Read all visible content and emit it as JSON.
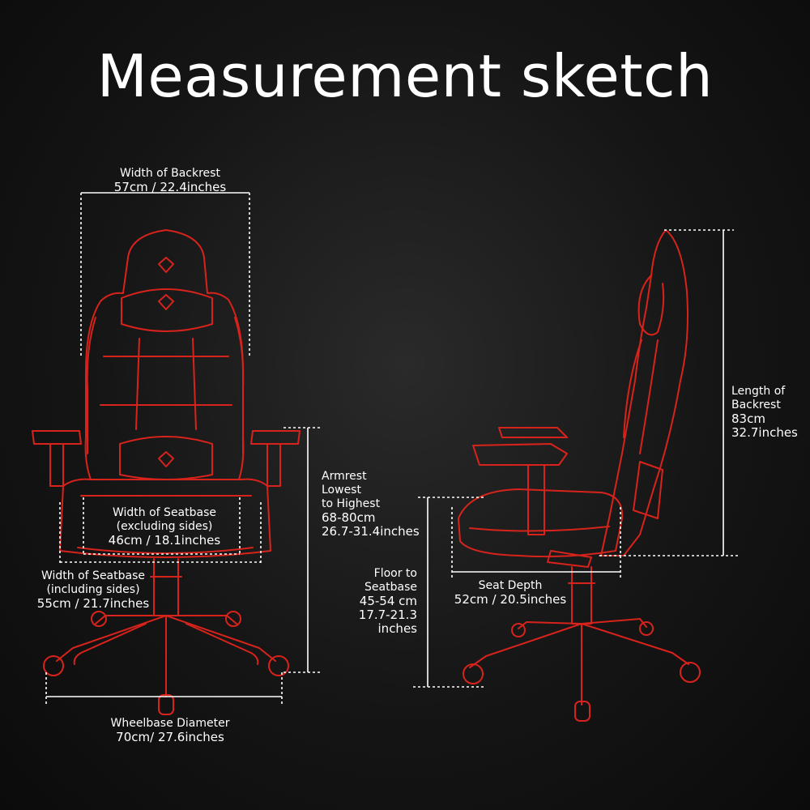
{
  "title": "Measurement sketch",
  "colors": {
    "background": "#141414",
    "sketch_red": "#d8231c",
    "dimension_lines": "#ffffff"
  },
  "measurements": {
    "backrest_width": {
      "label": "Width of Backrest",
      "value": "57cm / 22.4inches"
    },
    "seatbase_excl": {
      "label_1": "Width of Seatbase",
      "label_2": "(excluding sides)",
      "value": "46cm / 18.1inches"
    },
    "seatbase_incl": {
      "label_1": "Width of Seatbase",
      "label_2": "(including sides)",
      "value": "55cm / 21.7inches"
    },
    "wheelbase": {
      "label": "Wheelbase Diameter",
      "value": "70cm/ 27.6inches"
    },
    "armrest": {
      "label_1": "Armrest",
      "label_2": "Lowest",
      "label_3": "to Highest",
      "value_1": "68-80cm",
      "value_2": "26.7-31.4inches"
    },
    "floor_seat": {
      "label_1": "Floor to",
      "label_2": "Seatbase",
      "value_1": "45-54 cm",
      "value_2": "17.7-21.3 inches"
    },
    "seat_depth": {
      "label": "Seat Depth",
      "value": "52cm / 20.5inches"
    },
    "backrest_length": {
      "label_1": "Length of",
      "label_2": "Backrest",
      "value_1": "83cm",
      "value_2": "32.7inches"
    }
  }
}
